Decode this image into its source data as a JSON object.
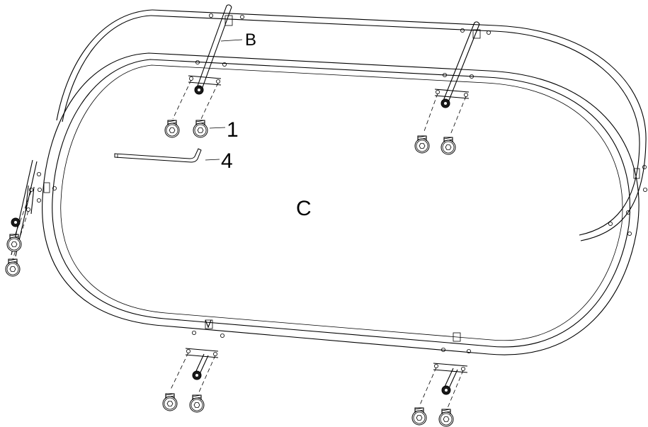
{
  "callouts": {
    "bracket_label": "B",
    "frame_label": "C",
    "screw_label": "1",
    "wrench_label": "4"
  },
  "icons": {
    "screw": "hex-socket-screw-icon",
    "wrench": "allen-wrench-icon",
    "bracket": "leg-bracket-icon"
  }
}
